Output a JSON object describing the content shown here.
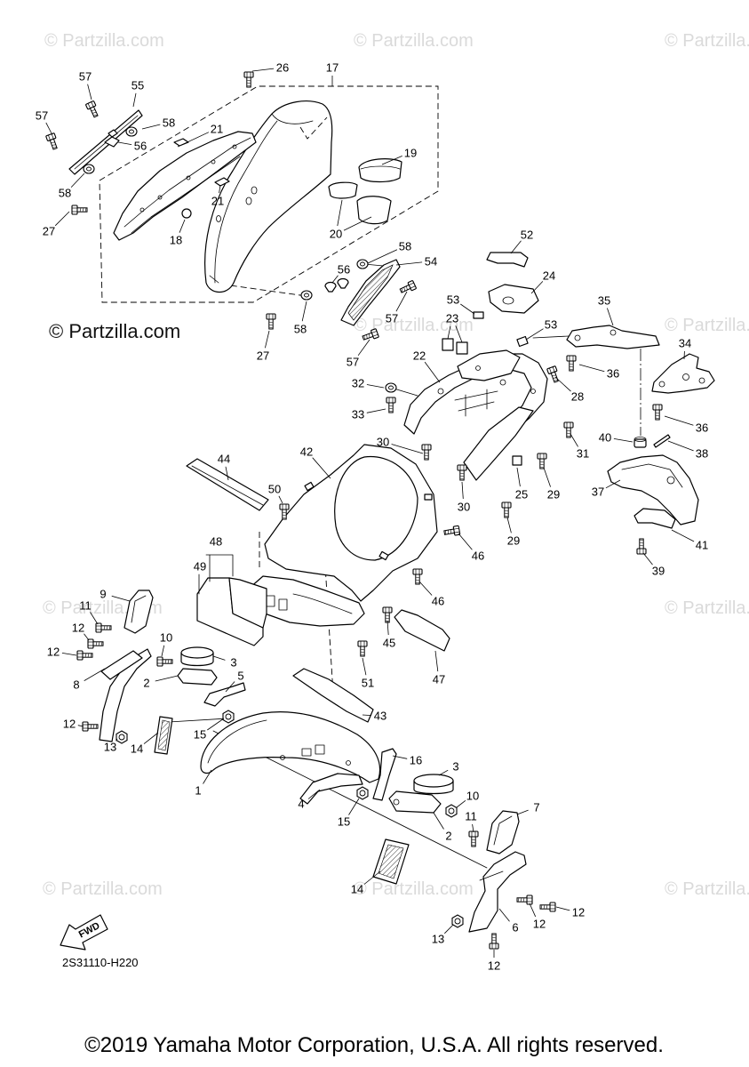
{
  "watermark_text": "© Partzilla.com",
  "site_credit": "© Partzilla.com",
  "diagram_code": "2S31110-H220",
  "fwd_label": "FWD",
  "copyright": "©2019 Yamaha Motor Corporation, U.S.A. All rights reserved.",
  "callouts": [
    "26",
    "17",
    "57",
    "55",
    "58",
    "21",
    "56",
    "57",
    "19",
    "58",
    "21",
    "18",
    "27",
    "20",
    "52",
    "58",
    "54",
    "56",
    "24",
    "57",
    "53",
    "58",
    "23",
    "35",
    "53",
    "27",
    "57",
    "34",
    "22",
    "36",
    "28",
    "32",
    "33",
    "36",
    "40",
    "38",
    "30",
    "31",
    "42",
    "44",
    "25",
    "29",
    "30",
    "37",
    "50",
    "29",
    "41",
    "46",
    "39",
    "48",
    "49",
    "46",
    "9",
    "11",
    "12",
    "12",
    "10",
    "3",
    "45",
    "2",
    "5",
    "8",
    "51",
    "47",
    "15",
    "12",
    "13",
    "14",
    "43",
    "16",
    "1",
    "3",
    "4",
    "15",
    "10",
    "7",
    "11",
    "2",
    "14",
    "12",
    "12",
    "6",
    "13",
    "12"
  ]
}
